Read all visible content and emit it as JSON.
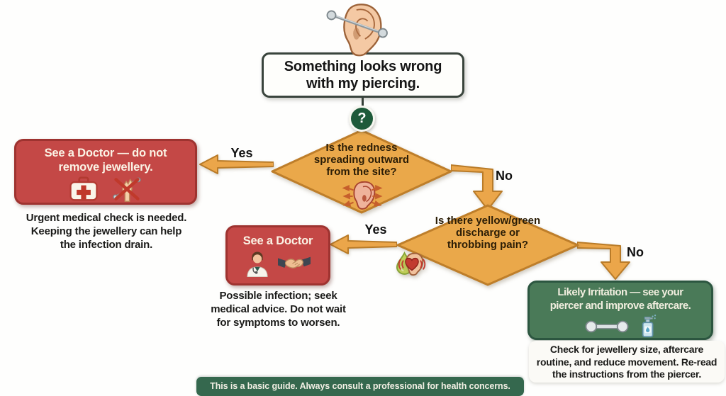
{
  "colors": {
    "diamond_orange": "#EAA84A",
    "diamond_border": "#BE7E2A",
    "alert_red": "#C44846",
    "alert_red_border": "#9E3330",
    "safe_green": "#4A7A58",
    "safe_green_border": "#2C5640",
    "badge_green": "#1E5A3A",
    "disclaimer_green": "#35684E"
  },
  "start": {
    "icon": "pierced-ear-icon",
    "question_mark": "?",
    "title_lines": [
      "Something looks wrong",
      "with my piercing."
    ]
  },
  "decision1": {
    "icon": "spreading-redness-ear-icon",
    "question_lines": [
      "Is the redness",
      "spreading outward",
      "from the site?"
    ],
    "yes_label": "Yes",
    "no_label": "No"
  },
  "decision2": {
    "icons": [
      "discharge-droplet-icon",
      "throbbing-ear-icon"
    ],
    "question_lines": [
      "Is there yellow/green",
      "discharge or",
      "throbbing pain?"
    ],
    "yes_label": "Yes",
    "no_label": "No"
  },
  "outcome_urgent": {
    "icons": [
      "first-aid-kit-icon",
      "no-jewellery-removal-icon"
    ],
    "title_lines": [
      "See a Doctor — do not",
      "remove jewellery."
    ],
    "caption_lines": [
      "Urgent medical check is needed.",
      "Keeping the jewellery can help",
      "the infection drain."
    ]
  },
  "outcome_doctor": {
    "icons": [
      "doctor-icon",
      "handshake-icon"
    ],
    "title_lines": [
      "See a Doctor"
    ],
    "caption_lines": [
      "Possible infection; seek",
      "medical advice. Do not wait",
      "for symptoms to worsen."
    ]
  },
  "outcome_irritation": {
    "icons": [
      "barbell-jewellery-icon",
      "saline-spray-icon"
    ],
    "title_lines": [
      "Likely Irritation — see your",
      "piercer and improve aftercare."
    ],
    "caption_lines": [
      "Check for jewellery size, aftercare",
      "routine, and reduce movement. Re-read",
      "the instructions from the piercer."
    ]
  },
  "disclaimer": "This is a basic guide. Always consult a professional for health concerns."
}
